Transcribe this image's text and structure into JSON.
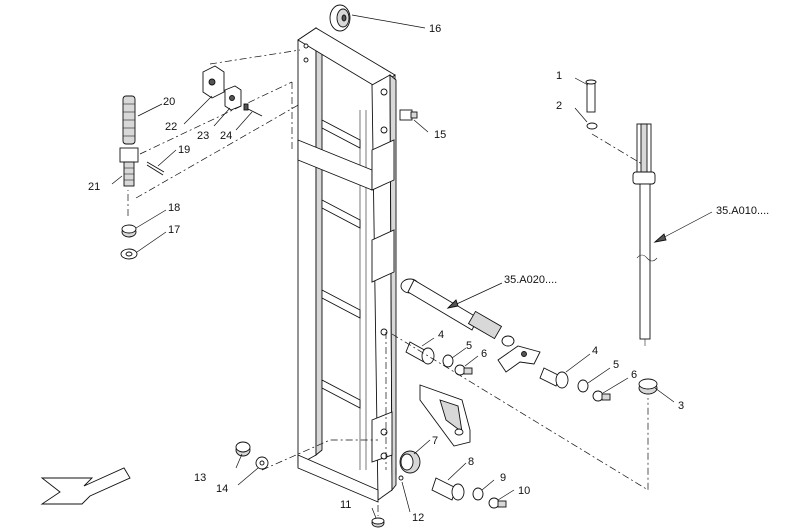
{
  "callouts": {
    "c1": "1",
    "c2": "2",
    "c3": "3",
    "c4a": "4",
    "c4b": "4",
    "c5a": "5",
    "c5b": "5",
    "c6a": "6",
    "c6b": "6",
    "c7": "7",
    "c8": "8",
    "c9": "9",
    "c10": "10",
    "c11": "11",
    "c12": "12",
    "c13": "13",
    "c14": "14",
    "c15": "15",
    "c16": "16",
    "c17": "17",
    "c18": "18",
    "c19": "19",
    "c20": "20",
    "c21": "21",
    "c22": "22",
    "c23": "23",
    "c24": "24"
  },
  "refs": {
    "a010": "35.A010....",
    "a020": "35.A020...."
  },
  "icons": {
    "direction": "direction-arrow-icon"
  }
}
